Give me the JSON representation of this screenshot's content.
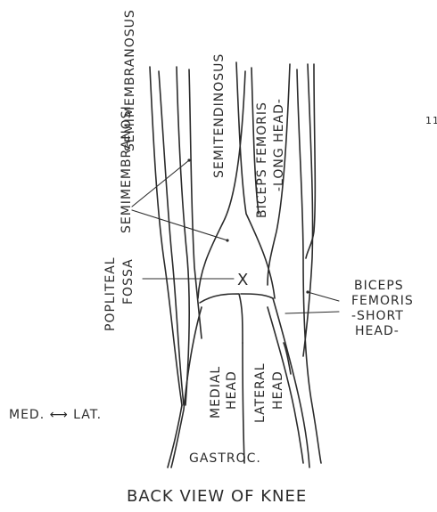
{
  "diagram": {
    "title": "BACK VIEW OF KNEE",
    "page_number": "11",
    "labels": {
      "semimembranosus": "SEMIMEMBRANOSUS",
      "semitendinosus": "SEMITENDINOSUS",
      "biceps_long_1": "BICEPS FEMORIS",
      "biceps_long_2": "-LONG HEAD-",
      "semimembranosi": "SEMIMEMBRANOSI",
      "popliteal_1": "POPLITEAL",
      "popliteal_2": "FOSSA",
      "medial_head_1": "MEDIAL",
      "medial_head_2": "HEAD",
      "lateral_head_1": "LATERAL",
      "lateral_head_2": "HEAD",
      "biceps_short_1": "BICEPS",
      "biceps_short_2": "FEMORIS",
      "biceps_short_3": "-SHORT",
      "biceps_short_4": "HEAD-",
      "orientation": "MED. ⟷ LAT.",
      "gastroc": "GASTROC."
    },
    "fossa_marker": "X"
  }
}
